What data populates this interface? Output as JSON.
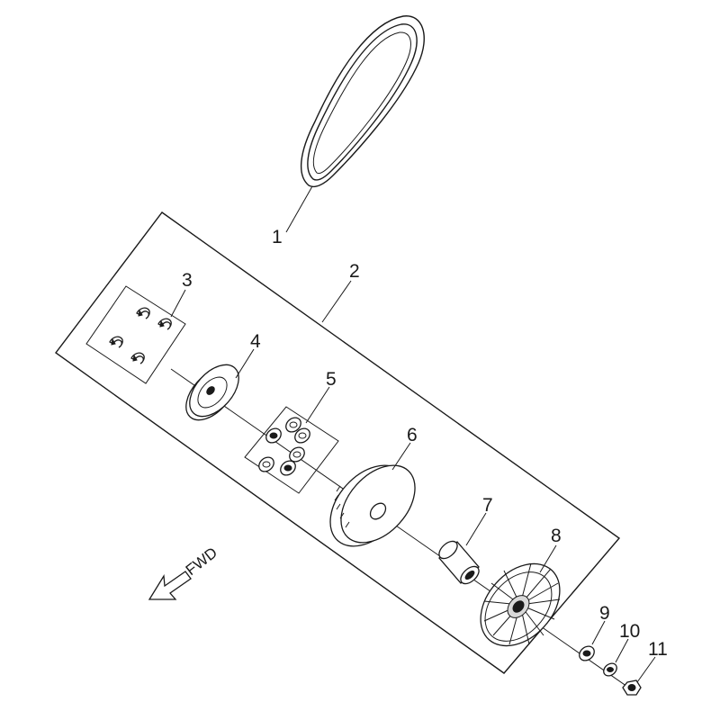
{
  "callouts": {
    "c1": "1",
    "c2": "2",
    "c3": "3",
    "c4": "4",
    "c5": "5",
    "c6": "6",
    "c7": "7",
    "c8": "8",
    "c9": "9",
    "c10": "10",
    "c11": "11"
  },
  "direction_label": "FWD",
  "icons": {
    "belt": "drive-belt-icon",
    "arrow": "forward-arrow-icon"
  },
  "colors": {
    "line": "#1a1a1a",
    "background": "#ffffff"
  }
}
